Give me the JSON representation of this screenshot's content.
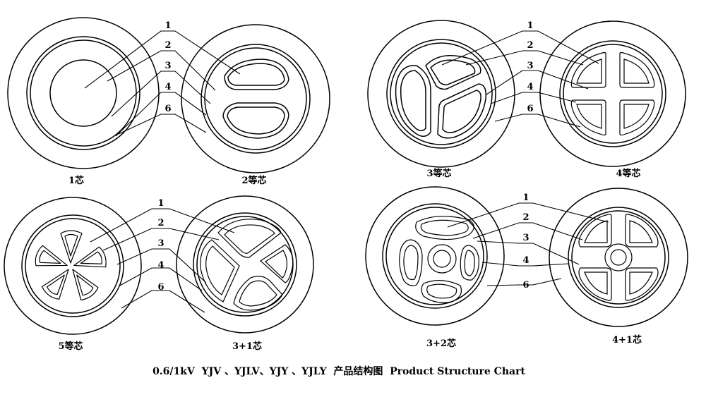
{
  "title": "0.6/1kV  YJV 、YJLV、YJY 、YJLY  产品结构图  Product Structure Chart",
  "layer_numbers": [
    "1",
    "2",
    "3",
    "4",
    "6"
  ],
  "captions": {
    "core1": "1芯",
    "core2": "2等芯",
    "core3": "3等芯",
    "core4": "4等芯",
    "core5": "5等芯",
    "core3p1": "3+1芯",
    "core3p2": "3+2芯",
    "core4p1": "4+1芯"
  }
}
